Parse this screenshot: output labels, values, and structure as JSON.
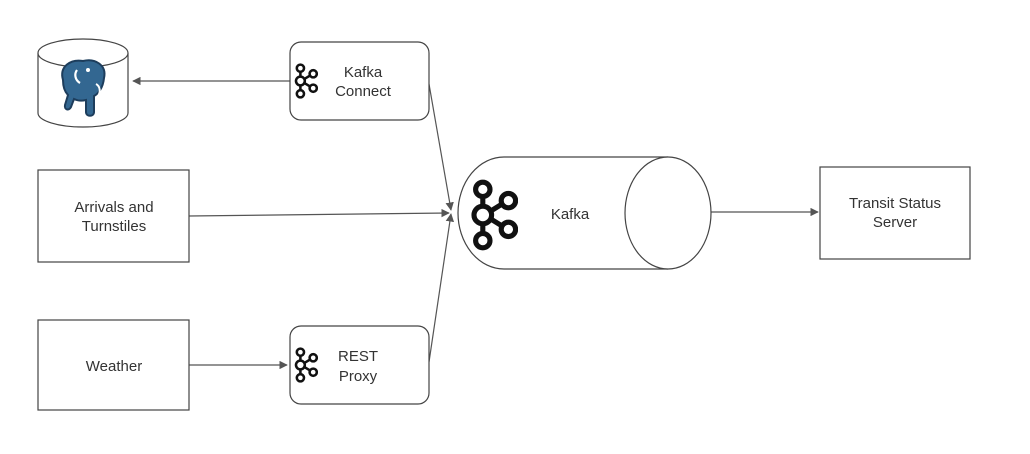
{
  "nodes": {
    "postgres": {
      "icon": "postgresql-elephant-icon",
      "shape": "cylinder",
      "color": "#336791"
    },
    "kafka_connect": {
      "line1": "Kafka",
      "line2": "Connect",
      "icon": "kafka-icon"
    },
    "arrivals": {
      "line1": "Arrivals and",
      "line2": "Turnstiles"
    },
    "weather": {
      "line1": "Weather"
    },
    "rest_proxy": {
      "line1": "REST",
      "line2": "Proxy",
      "icon": "kafka-icon"
    },
    "kafka": {
      "label": "Kafka",
      "icon": "kafka-icon",
      "shape": "horizontal-cylinder"
    },
    "transit_server": {
      "line1": "Transit Status",
      "line2": "Server"
    }
  },
  "edges": [
    {
      "from": "kafka_connect",
      "to": "postgres"
    },
    {
      "from": "kafka_connect",
      "to": "kafka"
    },
    {
      "from": "arrivals",
      "to": "kafka"
    },
    {
      "from": "rest_proxy",
      "to": "kafka"
    },
    {
      "from": "weather",
      "to": "rest_proxy"
    },
    {
      "from": "kafka",
      "to": "transit_server"
    }
  ],
  "colors": {
    "line": "#555555",
    "box_border": "#444444",
    "text": "#333333",
    "postgres_blue": "#336791"
  }
}
